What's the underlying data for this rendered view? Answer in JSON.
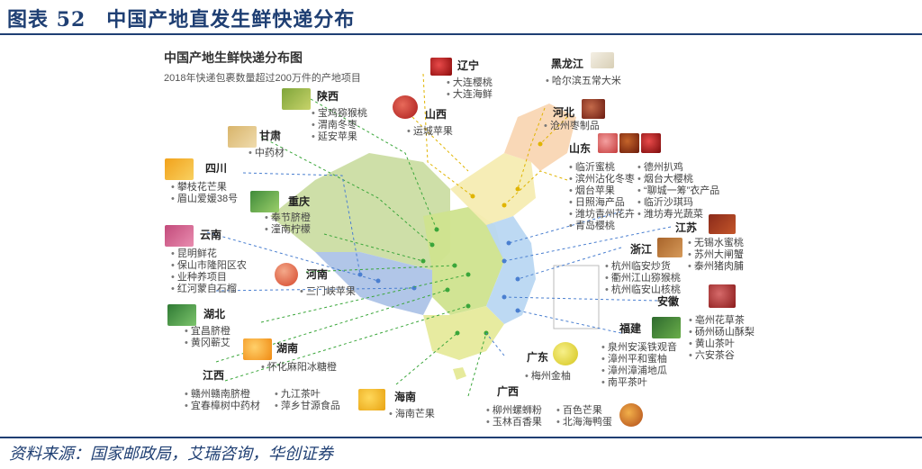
{
  "figure_title": "图表 52　中国产地直发生鲜快递分布",
  "source": "资料来源：国家邮政局，艾瑞咨询，华创证券",
  "inner_title": "中国产地生鲜快递分布图",
  "inner_subtitle": "2018年快递包裹数量超过200万件的产地项目",
  "colors": {
    "accent": "#1f3f73",
    "line_blue": "#4a7fd0",
    "line_green": "#3aa63a",
    "line_yellow": "#e0b400"
  },
  "provinces": {
    "shaanxi": {
      "name": "陕西",
      "items": [
        "宝鸡猕猴桃",
        "渭南冬枣",
        "延安苹果"
      ]
    },
    "gansu": {
      "name": "甘肃",
      "items": [
        "中药材"
      ]
    },
    "sichuan": {
      "name": "四川",
      "items": [
        "攀枝花芒果",
        "眉山爱媛38号"
      ]
    },
    "chongqing": {
      "name": "重庆",
      "items": [
        "奉节脐橙",
        "潼南柠檬"
      ]
    },
    "yunnan": {
      "name": "云南",
      "items": [
        "昆明鲜花",
        "保山市隆阳区农",
        "业种养项目",
        "红河蒙自石榴"
      ]
    },
    "henan": {
      "name": "河南",
      "items": [
        "三门峡苹果"
      ]
    },
    "hubei": {
      "name": "湖北",
      "items": [
        "宜昌脐橙",
        "黄冈蕲艾"
      ]
    },
    "hunan": {
      "name": "湖南",
      "items": [
        "怀化麻阳冰糖橙"
      ]
    },
    "jiangxi": {
      "name": "江西",
      "items_left": [
        "赣州赣南脐橙",
        "宜春樟树中药材"
      ],
      "items_right": [
        "九江茶叶",
        "萍乡甘源食品"
      ]
    },
    "hainan": {
      "name": "海南",
      "items": [
        "海南芒果"
      ]
    },
    "guangxi": {
      "name": "广西",
      "items_left": [
        "柳州螺蛳粉",
        "玉林百香果"
      ],
      "items_right": [
        "百色芒果",
        "北海海鸭蛋"
      ]
    },
    "guangdong": {
      "name": "广东",
      "items": [
        "梅州金柚"
      ]
    },
    "fujian": {
      "name": "福建",
      "items": [
        "泉州安溪铁观音",
        "漳州平和蜜柚",
        "漳州漳浦地瓜",
        "南平茶叶"
      ]
    },
    "anhui": {
      "name": "安徽",
      "items": [
        "亳州花草茶",
        "砀州砀山酥梨",
        "黄山茶叶",
        "六安茶谷"
      ]
    },
    "zhejiang": {
      "name": "浙江",
      "items": [
        "杭州临安炒货",
        "衢州江山猕猴桃",
        "杭州临安山核桃"
      ]
    },
    "jiangsu": {
      "name": "江苏",
      "items": [
        "无锡水蜜桃",
        "苏州大闸蟹",
        "泰州猪肉脯"
      ]
    },
    "shandong": {
      "name": "山东",
      "items_left": [
        "临沂蜜桃",
        "滨州沾化冬枣",
        "烟台苹果",
        "日照海产品",
        "潍坊青州花卉",
        "青岛樱桃"
      ],
      "items_right": [
        "德州扒鸡",
        "烟台大樱桃",
        "“聊城一筹”衣产品",
        "临沂沙琪玛",
        "潍坊寿光蔬菜"
      ]
    },
    "hebei": {
      "name": "河北",
      "items": [
        "沧州枣制品"
      ]
    },
    "heilongjiang": {
      "name": "黑龙江",
      "items": [
        "哈尔滨五常大米"
      ]
    },
    "liaoning": {
      "name": "辽宁",
      "items": [
        "大连樱桃",
        "大连海鲜"
      ]
    },
    "shanxi": {
      "name": "山西",
      "items": [
        "运城苹果"
      ]
    }
  }
}
